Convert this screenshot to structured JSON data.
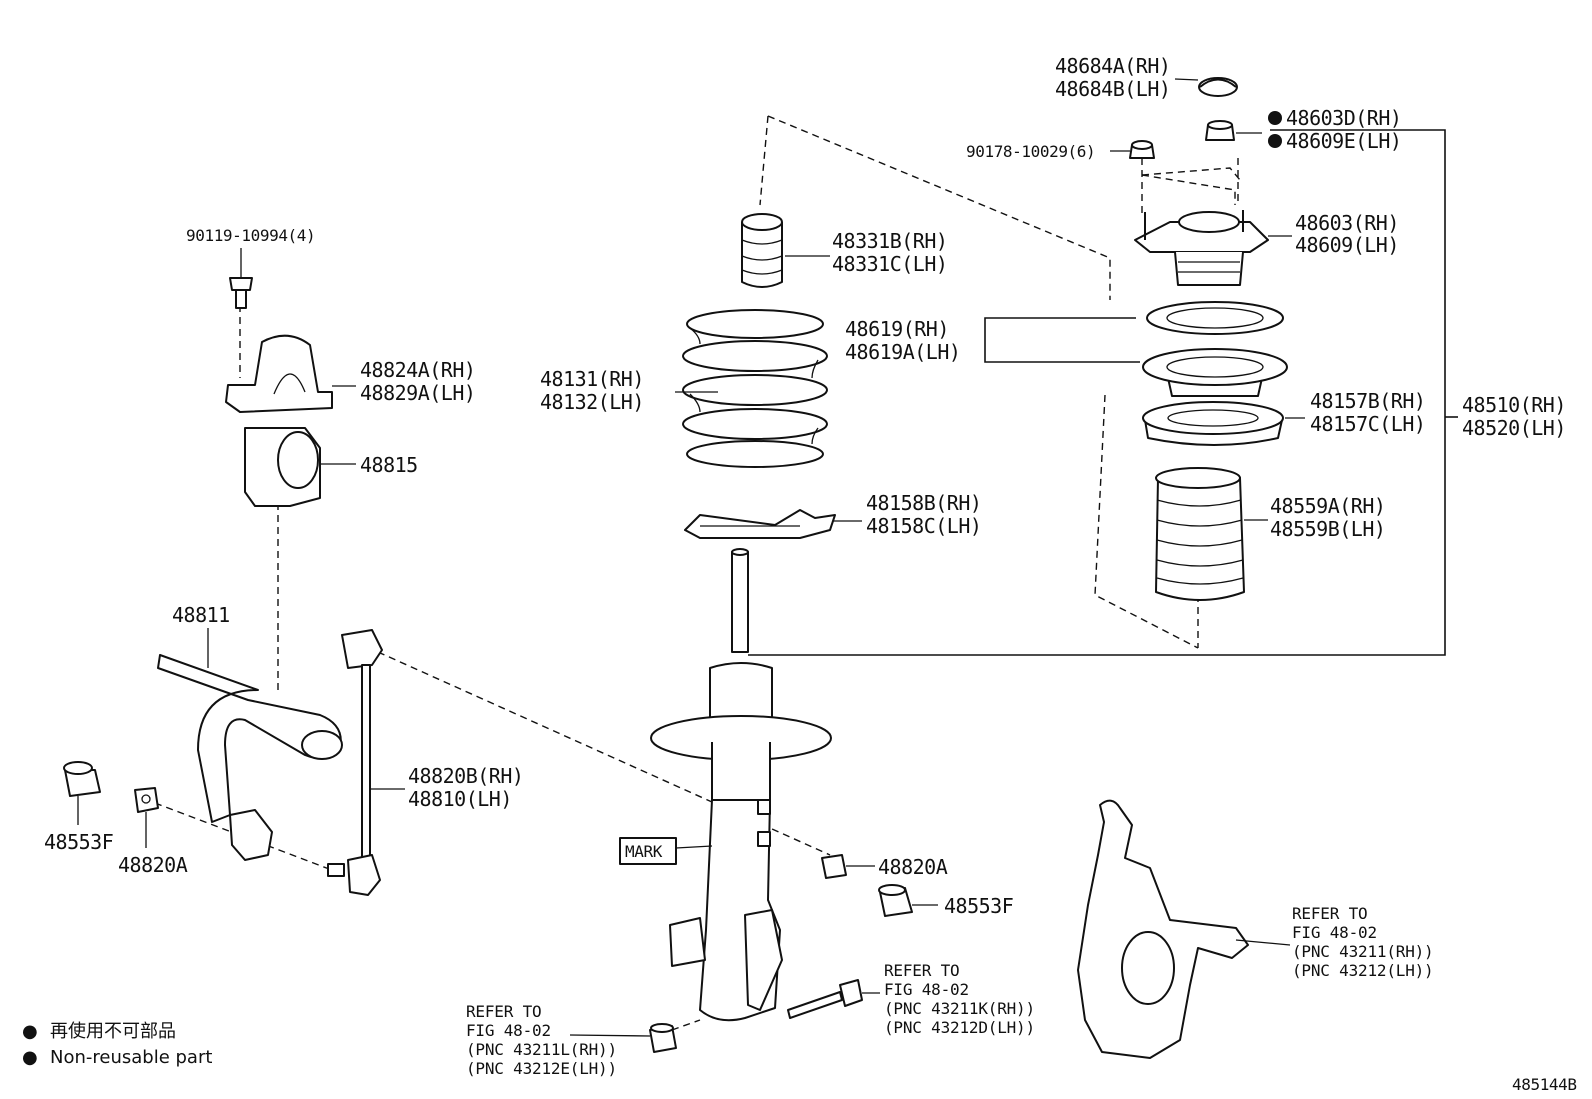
{
  "labels": {
    "p48684": [
      "48684A(RH)",
      "48684B(LH)"
    ],
    "p48603d": [
      "48603D(RH)",
      "48609E(LH)"
    ],
    "p90178": "90178-10029(6)",
    "p48603": [
      "48603(RH)",
      "48609(LH)"
    ],
    "p48331": [
      "48331B(RH)",
      "48331C(LH)"
    ],
    "p48619": [
      "48619(RH)",
      "48619A(LH)"
    ],
    "p48131": [
      "48131(RH)",
      "48132(LH)"
    ],
    "p48157": [
      "48157B(RH)",
      "48157C(LH)"
    ],
    "p48510": [
      "48510(RH)",
      "48520(LH)"
    ],
    "p48559": [
      "48559A(RH)",
      "48559B(LH)"
    ],
    "p48158": [
      "48158B(RH)",
      "48158C(LH)"
    ],
    "p90119": "90119-10994(4)",
    "p48824": [
      "48824A(RH)",
      "48829A(LH)"
    ],
    "p48815": "48815",
    "p48811": "48811",
    "p48820b": [
      "48820B(RH)",
      "48810(LH)"
    ],
    "p48553f_left": "48553F",
    "p48820a_left": "48820A",
    "p48820a_right": "48820A",
    "p48553f_right": "48553F",
    "mark": "MARK"
  },
  "references": {
    "knuckle": [
      "REFER TO",
      "FIG 48-02",
      "(PNC 43211(RH))",
      "(PNC 43212(LH))"
    ],
    "bolt": [
      "REFER TO",
      "FIG 48-02",
      "(PNC 43211K(RH))",
      "(PNC 43212D(LH))"
    ],
    "nut": [
      "REFER TO",
      "FIG 48-02",
      "(PNC 43211L(RH))",
      "(PNC 43212E(LH))"
    ]
  },
  "legend": [
    {
      "marker": "●",
      "text": "再使用不可部品"
    },
    {
      "marker": "●",
      "text": "Non-reusable part"
    }
  ],
  "diagram_id": "485144B"
}
